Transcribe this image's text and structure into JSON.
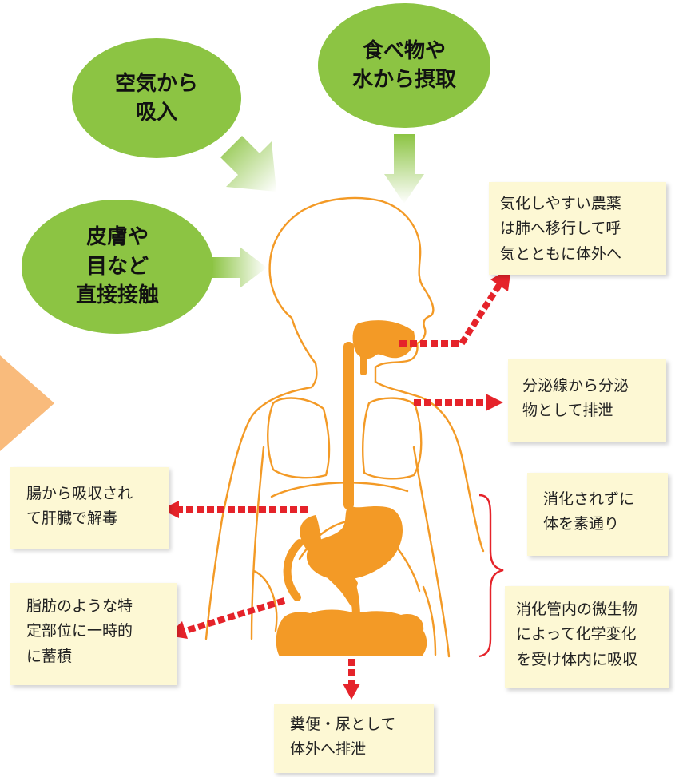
{
  "sources": {
    "air": {
      "lines": [
        "空気から",
        "吸入"
      ]
    },
    "food": {
      "lines": [
        "食べ物や",
        "水から摂取"
      ]
    },
    "skin": {
      "lines": [
        "皮膚や",
        "目など",
        "直接接触"
      ]
    }
  },
  "notes": {
    "exhale": {
      "lines": [
        "気化しやすい農薬",
        "は肺へ移行して呼",
        "気とともに体外へ"
      ]
    },
    "gland": {
      "lines": [
        "分泌線から分泌",
        "物として排泄"
      ]
    },
    "liver": {
      "lines": [
        "腸から吸収され",
        "て肝臓で解毒"
      ]
    },
    "passthrough": {
      "lines": [
        "消化されずに",
        "体を素通り"
      ]
    },
    "fat": {
      "lines": [
        "脂肪のような特",
        "定部位に一時的",
        "に蓄積"
      ]
    },
    "microbe": {
      "lines": [
        "消化管内の微生物",
        "によって化学変化",
        "を受け体内に吸収"
      ]
    },
    "excrete": {
      "lines": [
        "糞便・尿として",
        "体外へ排泄"
      ]
    }
  },
  "colors": {
    "bubble_green": "#8cc443",
    "body_orange": "#f39a26",
    "arrow_red": "#e5232a",
    "note_bg": "#fdf8d4",
    "side_triangle": "#f9bb7c"
  }
}
